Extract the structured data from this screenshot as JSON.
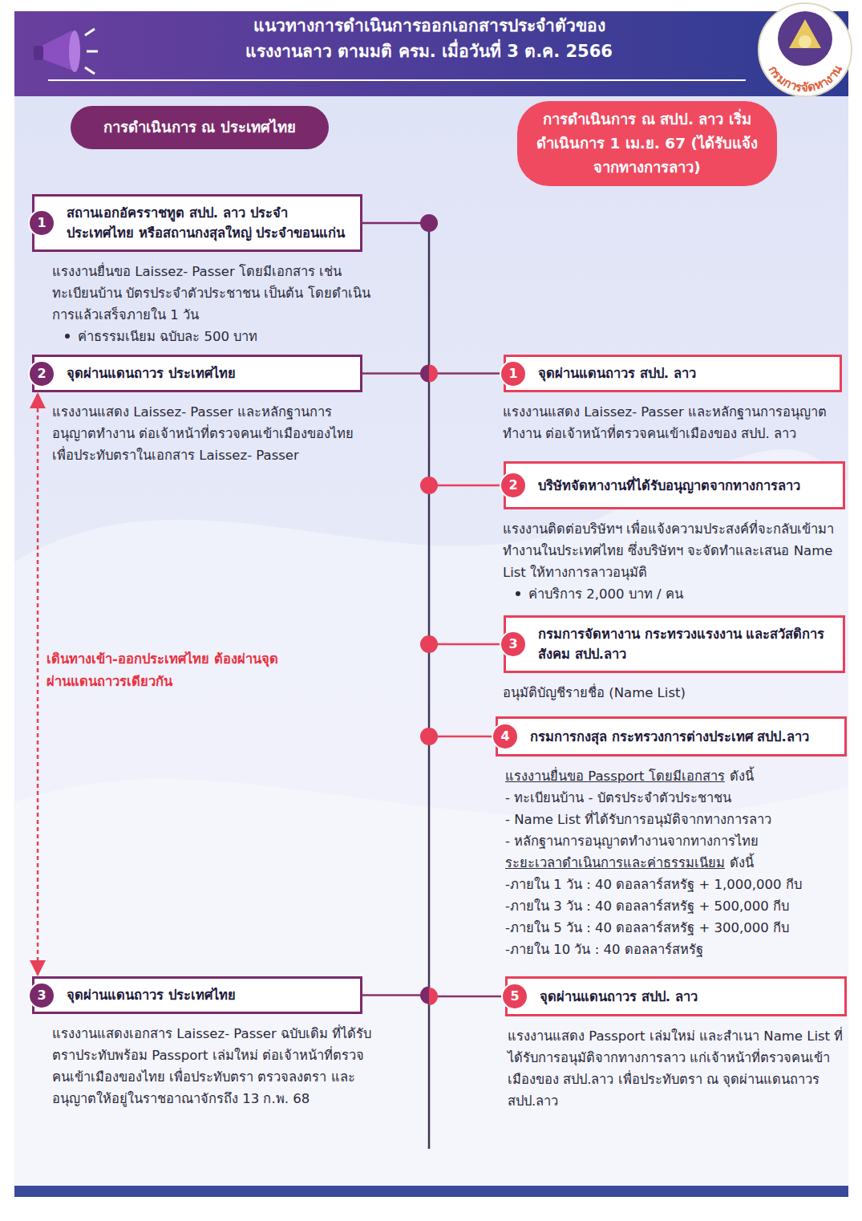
{
  "diagram": {
    "title": "แนวทางการดำเนินการออกเอกสารประจำตัวของแรงงานลาว ตามมติ ครม. เมื่อวันที่ 3 ต.ค. 2566",
    "nodes": [
      {
        "text": [
          "การดำเนินการ ณ ประเทศไทย"
        ]
      },
      {
        "text": [
          "การดำเนินการ ณ สปป. ลาว เริ่มดำเนินการ 1 เม.ย. 67 (ได้รับแจ้งจากทางการลาว)"
        ]
      },
      {
        "text": [
          "สถานเอกอัครราชทูต สปป. ลาว ประจำประเทศไทย หรือสถานกงสุลใหญ่ ประจำขอนแก่น",
          "แรงงานยื่นขอ Laissez- Passer โดยมีเอกสาร เช่น ทะเบียนบ้าน บัตรประจำตัวประชาชน เป็นต้น โดยดำเนินการแล้วเสร็จภายใน 1 วัน",
          "ค่าธรรมเนียม ฉบับละ 500 บาท"
        ]
      },
      {
        "text": [
          "จุดผ่านแดนถาวร ประเทศไทย",
          "แรงงานแสดง Laissez- Passer และหลักฐานการอนุญาตทำงาน ต่อเจ้าหน้าที่ตรวจคนเข้าเมืองของไทย เพื่อประทับตราในเอกสาร Laissez- Passer"
        ]
      },
      {
        "text": [
          "จุดผ่านแดนถาวร สปป. ลาว",
          "แรงงานแสดง Laissez- Passer และหลักฐานการอนุญาตทำงาน ต่อเจ้าหน้าที่ตรวจคนเข้าเมืองของ สปป. ลาว"
        ]
      },
      {
        "text": [
          "บริษัทจัดหางานที่ได้รับอนุญาตจากทางการลาว",
          "แรงงานติดต่อบริษัทฯ เพื่อแจ้งความประสงค์ที่จะกลับเข้ามาทำงานในประเทศไทย ซึ่งบริษัทฯ จะจัดทำและเสนอ Name List ให้ทางการลาวอนุมัติ",
          "ค่าบริการ 2,000 บาท / คน"
        ]
      },
      {
        "text": [
          "กรมการจัดหางาน กระทรวงแรงงาน และสวัสดิการสังคม สปป.ลาว",
          "อนุมัติบัญชีรายชื่อ (Name List)"
        ]
      },
      {
        "text": [
          "กรมการกงสุล กระทรวงการต่างประเทศ สปป.ลาว",
          "แรงงานยื่นขอ Passport โดยมีเอกสาร",
          "ดังนี้",
          "- ทะเบียนบ้าน - บัตรประจำตัวประชาชน",
          "- Name List ที่ได้รับการอนุมัติจากทางการลาว",
          "- หลักฐานการอนุญาตทำงานจากทางการไทย",
          "ระยะเวลาดำเนินการและค่าธรรมเนียม",
          "ดังนี้",
          "-ภายใน 1 วัน : 40 ดอลลาร์สหรัฐ + 1,000,000 กีบ",
          "-ภายใน 3 วัน : 40 ดอลลาร์สหรัฐ + 500,000 กีบ",
          "-ภายใน 5 วัน : 40 ดอลลาร์สหรัฐ + 300,000 กีบ",
          "-ภายใน 10 วัน : 40 ดอลลาร์สหรัฐ"
        ]
      },
      {
        "text": [
          "จุดผ่านแดนถาวร ประเทศไทย",
          "แรงงานแสดงเอกสาร Laissez- Passer ฉบับเดิม ที่ได้รับตราประทับพร้อม Passport เล่มใหม่ ต่อเจ้าหน้าที่ตรวจคนเข้าเมืองของไทย เพื่อประทับตรา ตรวจลงตรา และอนุญาตให้อยู่ในราชอาณาจักรถึง 13 ก.พ. 68"
        ]
      },
      {
        "text": [
          "จุดผ่านแดนถาวร สปป. ลาว",
          "แรงงานแสดง Passport เล่มใหม่ และสำเนา Name List ที่ได้รับการอนุมัติจากทางการลาว แก่เจ้าหน้าที่ตรวจคนเข้าเมืองของ สปป.ลาว เพื่อประทับตรา ณ จุดผ่านแดนถาวร สปป.ลาว"
        ]
      }
    ],
    "edges": [
      {
        "from": 3,
        "to": 4,
        "arrow": "none"
      },
      {
        "from": 8,
        "to": 9,
        "arrow": "none"
      },
      {
        "from": 3,
        "to": 8,
        "label": "เดินทางเข้า-ออกประเทศไทย ต้องผ่านจุดผ่านแดนถาวรเดียวกัน",
        "arrow": "both"
      }
    ],
    "labels": [
      "กรมการจัดหางาน",
      "1",
      "2",
      "1",
      "2",
      "3",
      "4",
      "3",
      "5"
    ]
  }
}
